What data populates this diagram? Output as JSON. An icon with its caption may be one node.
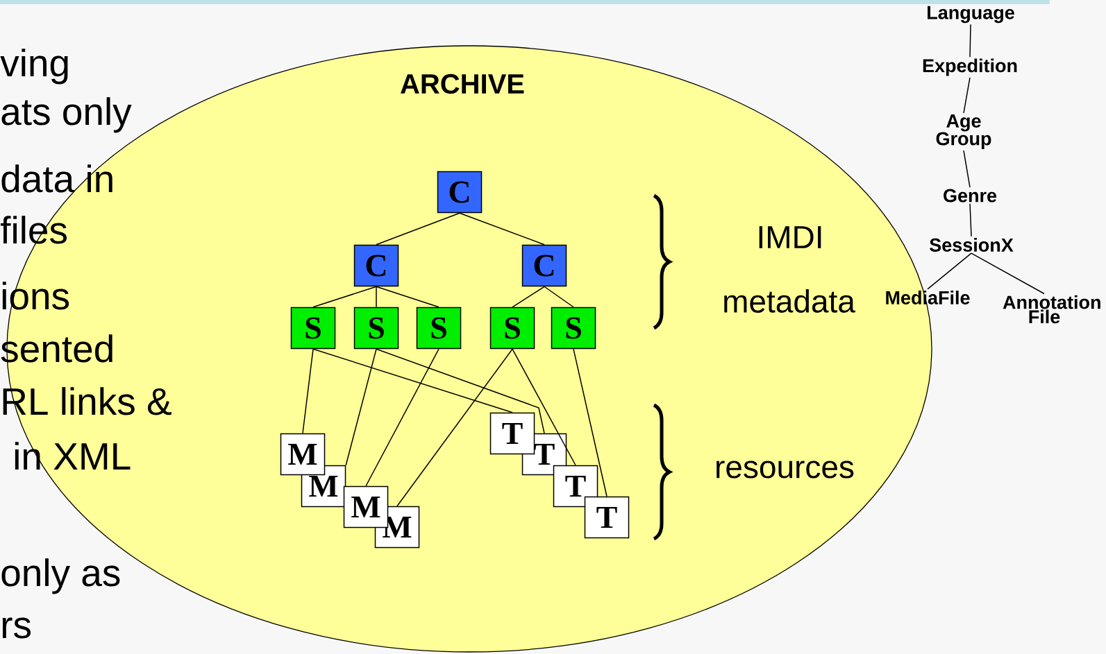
{
  "diagram": {
    "nodes": [
      {
        "text": [
          "ARCHIVE"
        ]
      },
      {
        "text": [
          "C"
        ],
        "in": 0
      },
      {
        "text": [
          "C"
        ],
        "in": 0
      },
      {
        "text": [
          "C"
        ],
        "in": 0
      },
      {
        "text": [
          "S"
        ],
        "in": 0
      },
      {
        "text": [
          "S"
        ],
        "in": 0
      },
      {
        "text": [
          "S"
        ],
        "in": 0
      },
      {
        "text": [
          "S"
        ],
        "in": 0
      },
      {
        "text": [
          "S"
        ],
        "in": 0
      },
      {
        "text": [
          "M"
        ],
        "in": 0
      },
      {
        "text": [
          "M"
        ],
        "in": 0
      },
      {
        "text": [
          "M"
        ],
        "in": 0
      },
      {
        "text": [
          "M"
        ],
        "in": 0
      },
      {
        "text": [
          "T"
        ],
        "in": 0
      },
      {
        "text": [
          "T"
        ],
        "in": 0
      },
      {
        "text": [
          "T"
        ],
        "in": 0
      },
      {
        "text": [
          "T"
        ],
        "in": 0
      },
      {
        "text": [
          "Language"
        ]
      },
      {
        "text": [
          "Expedition"
        ]
      },
      {
        "text": [
          "Age Group"
        ]
      },
      {
        "text": [
          "Genre"
        ]
      },
      {
        "text": [
          "SessionX"
        ]
      },
      {
        "text": [
          "MediaFile"
        ]
      },
      {
        "text": [
          "Annotation File"
        ]
      }
    ],
    "edges": [
      {
        "from": 1,
        "to": 2,
        "arrow": "none"
      },
      {
        "from": 1,
        "to": 3,
        "arrow": "none"
      },
      {
        "from": 2,
        "to": 4,
        "arrow": "none"
      },
      {
        "from": 2,
        "to": 5,
        "arrow": "none"
      },
      {
        "from": 2,
        "to": 6,
        "arrow": "none"
      },
      {
        "from": 3,
        "to": 7,
        "arrow": "none"
      },
      {
        "from": 3,
        "to": 8,
        "arrow": "none"
      },
      {
        "from": 4,
        "to": 9,
        "arrow": "none"
      },
      {
        "from": 4,
        "to": 13,
        "arrow": "none"
      },
      {
        "from": 5,
        "to": 10,
        "arrow": "none"
      },
      {
        "from": 5,
        "to": 14,
        "arrow": "none"
      },
      {
        "from": 6,
        "to": 11,
        "arrow": "none"
      },
      {
        "from": 7,
        "to": 12,
        "arrow": "none"
      },
      {
        "from": 7,
        "to": 15,
        "arrow": "none"
      },
      {
        "from": 8,
        "to": 16,
        "arrow": "none"
      },
      {
        "from": 17,
        "to": 18,
        "arrow": "none"
      },
      {
        "from": 18,
        "to": 19,
        "arrow": "none"
      },
      {
        "from": 19,
        "to": 20,
        "arrow": "none"
      },
      {
        "from": 20,
        "to": 21,
        "arrow": "none"
      },
      {
        "from": 21,
        "to": 22,
        "arrow": "none"
      },
      {
        "from": 21,
        "to": 23,
        "arrow": "none"
      }
    ],
    "labels": [
      "ving",
      "ats only",
      "data in",
      "files",
      "ions",
      "sented",
      "RL links &",
      "in XML",
      "only as",
      "rs",
      "IMDI",
      "metadata",
      "resources"
    ]
  }
}
